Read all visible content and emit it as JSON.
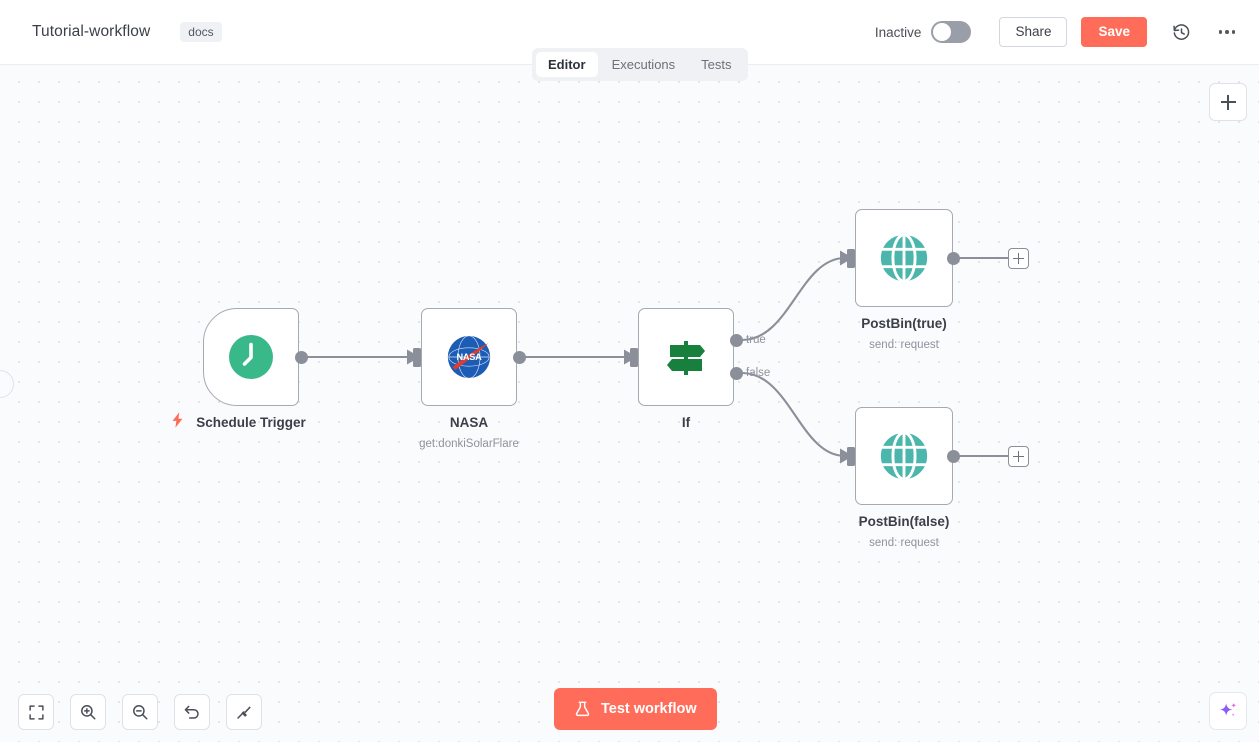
{
  "header": {
    "workflow_title": "Tutorial-workflow",
    "docs_tag": "docs",
    "activation_label": "Inactive",
    "activation_state": "off",
    "share_label": "Share",
    "save_label": "Save",
    "history_icon": "history-clock-icon",
    "more_icon": "ellipsis-icon",
    "save_color": "#ff6d5a"
  },
  "tabs": [
    {
      "label": "Editor",
      "active": true
    },
    {
      "label": "Executions",
      "active": false
    },
    {
      "label": "Tests",
      "active": false
    }
  ],
  "canvas": {
    "background_color": "#fafbfd",
    "dot_color": "#e3e5ea",
    "add_node_icon": "plus-icon"
  },
  "nodes": [
    {
      "id": "schedule-trigger",
      "name": "Schedule Trigger",
      "subtitle": "",
      "icon": "clock-icon",
      "icon_color": "#39b98a",
      "type": "trigger",
      "trigger_badge": "lightning-bolt-icon",
      "trigger_badge_color": "#ff6d5a"
    },
    {
      "id": "nasa",
      "name": "NASA",
      "subtitle": "get:donkiSolarFlare",
      "icon": "nasa-logo-icon",
      "icon_color": "#0b3d91",
      "type": "action"
    },
    {
      "id": "if",
      "name": "If",
      "subtitle": "",
      "icon": "signpost-icon",
      "icon_color": "#17803d",
      "type": "conditional",
      "outputs": [
        "true",
        "false"
      ]
    },
    {
      "id": "postbin-true",
      "name": "PostBin(true)",
      "subtitle": "send: request",
      "icon": "globe-icon",
      "icon_color": "#4db6ac",
      "type": "action"
    },
    {
      "id": "postbin-false",
      "name": "PostBin(false)",
      "subtitle": "send: request",
      "icon": "globe-icon",
      "icon_color": "#4db6ac",
      "type": "action"
    }
  ],
  "connections": [
    {
      "from": "schedule-trigger",
      "to": "nasa",
      "label": ""
    },
    {
      "from": "nasa",
      "to": "if",
      "label": ""
    },
    {
      "from": "if",
      "to": "postbin-true",
      "label": "true"
    },
    {
      "from": "if",
      "to": "postbin-false",
      "label": "false"
    }
  ],
  "bottom_toolbar": [
    {
      "name": "zoom-to-fit-button",
      "icon": "fit-screen-icon"
    },
    {
      "name": "zoom-in-button",
      "icon": "zoom-in-icon"
    },
    {
      "name": "zoom-out-button",
      "icon": "zoom-out-icon"
    },
    {
      "name": "reset-zoom-button",
      "icon": "undo-arrow-icon"
    },
    {
      "name": "tidy-up-button",
      "icon": "broom-icon"
    }
  ],
  "test_workflow": {
    "label": "Test workflow",
    "icon": "flask-icon",
    "color": "#ff6d5a"
  },
  "ai_assistant": {
    "icon": "sparkle-icon",
    "color": "#8b5cf6"
  }
}
